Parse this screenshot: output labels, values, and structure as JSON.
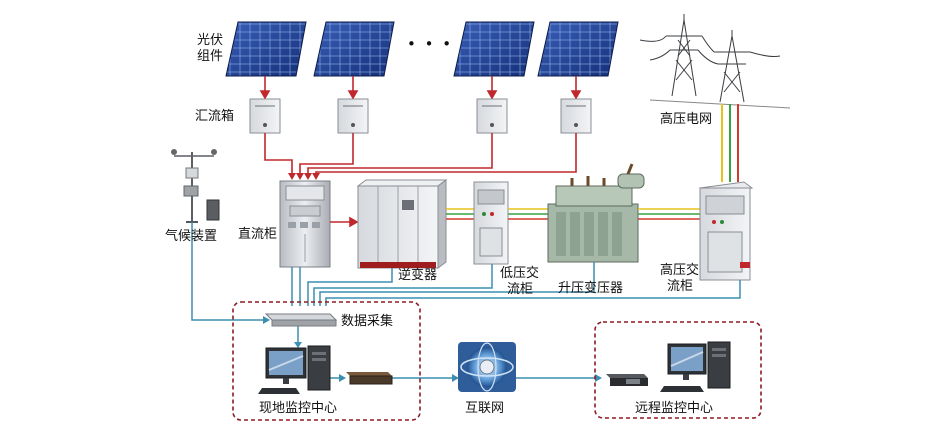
{
  "labels": {
    "pv_modules_line1": "光伏",
    "pv_modules_line2": "组件",
    "ellipsis": "• • •",
    "combiner_box": "汇流箱",
    "grid": "高压电网",
    "weather": "气候装置",
    "dc_cabinet": "直流柜",
    "inverter": "逆变器",
    "lv_ac_line1": "低压交",
    "lv_ac_line2": "流柜",
    "transformer": "升压变压器",
    "hv_ac_line1": "高压交",
    "hv_ac_line2": "流柜",
    "data_acq": "数据采集",
    "local_center": "现地监控中心",
    "internet": "互联网",
    "remote_center": "远程监控中心"
  },
  "colors": {
    "dc_wire": "#c0282d",
    "data_wire": "#3c8fb0",
    "phase_yellow": "#e6c21a",
    "phase_green": "#3aa040",
    "phase_red": "#d23a2a",
    "group_border": "#8e1c24"
  }
}
